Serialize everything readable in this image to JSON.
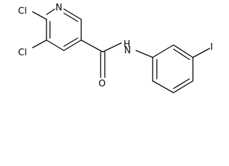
{
  "atoms": {
    "pyridine_n": "N",
    "cl_upper": "Cl",
    "cl_lower": "Cl",
    "amide_n": "N",
    "amide_h": "H",
    "carbonyl_o": "O",
    "iodo": "I"
  }
}
